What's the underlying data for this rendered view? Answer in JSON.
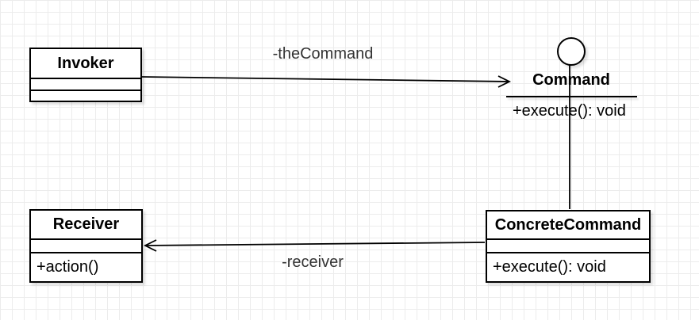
{
  "canvas": {
    "background_color": "#ffffff",
    "grid_color": "#ececec",
    "stroke_color": "#000000",
    "fill_color": "#ffffff"
  },
  "nodes": {
    "invoker": {
      "title": "Invoker",
      "attributes": "",
      "methods": ""
    },
    "command": {
      "title": "Command",
      "method": "+execute(): void"
    },
    "concrete_command": {
      "title": "ConcreteCommand",
      "attributes": "",
      "method": "+execute(): void"
    },
    "receiver": {
      "title": "Receiver",
      "attributes": "",
      "method": "+action()"
    }
  },
  "edges": {
    "invoker_command": {
      "label": "-theCommand"
    },
    "concrete_receiver": {
      "label": "-receiver"
    },
    "command_realization": {
      "label": ""
    }
  }
}
